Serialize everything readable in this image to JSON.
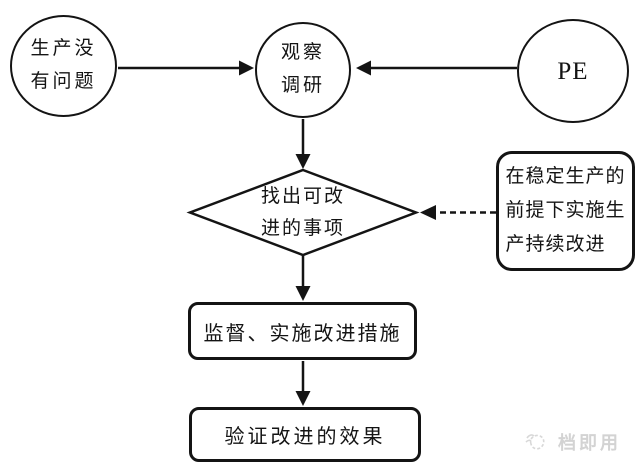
{
  "title": "production-continuous-improvement-flowchart",
  "colors": {
    "ink": "#141414",
    "background": "#ffffff",
    "watermark": "#d3d3d3"
  },
  "nodes": {
    "production_ok": {
      "label": "生产没\n有问题",
      "shape": "ellipse"
    },
    "observe": {
      "label": "观察\n调研",
      "shape": "circle"
    },
    "pe": {
      "label": "PE",
      "shape": "circle"
    },
    "find_improvement": {
      "label": "找出可改\n进的事项",
      "shape": "diamond"
    },
    "stable_note": {
      "label": "在稳定生产的\n前提下实施生\n产持续改进",
      "shape": "rounded-rectangle"
    },
    "supervise": {
      "label": "监督、实施改进措施",
      "shape": "rounded-rectangle"
    },
    "verify": {
      "label": "验证改进的效果",
      "shape": "rounded-rectangle"
    }
  },
  "connectors": {
    "production_to_observe": {
      "from": "production_ok",
      "to": "observe",
      "style": "solid"
    },
    "pe_to_observe": {
      "from": "pe",
      "to": "observe",
      "style": "solid"
    },
    "observe_to_find": {
      "from": "observe",
      "to": "find_improvement",
      "style": "solid"
    },
    "find_to_supervise": {
      "from": "find_improvement",
      "to": "supervise",
      "style": "solid"
    },
    "supervise_to_verify": {
      "from": "supervise",
      "to": "verify",
      "style": "solid"
    },
    "note_to_find": {
      "from": "stable_note",
      "to": "find_improvement",
      "style": "dashed"
    }
  },
  "watermark": {
    "text": "档即用"
  }
}
